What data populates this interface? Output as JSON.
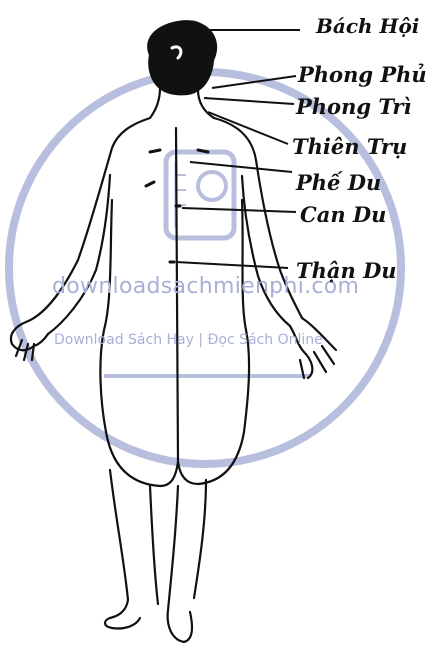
{
  "diagram": {
    "labels": {
      "bach_hoi": "Bách Hội",
      "phong_phu": "Phong Phủ",
      "phong_tri": "Phong Trì",
      "thien_tru": "Thiên Trụ",
      "phe_du": "Phế Du",
      "can_du": "Can Du",
      "than_du": "Thận Du"
    }
  },
  "watermark": {
    "domain": "downloadsachmienphi.com",
    "tagline": "Download Sách Hay | Đọc Sách Online",
    "color": "#a9b0d6"
  }
}
